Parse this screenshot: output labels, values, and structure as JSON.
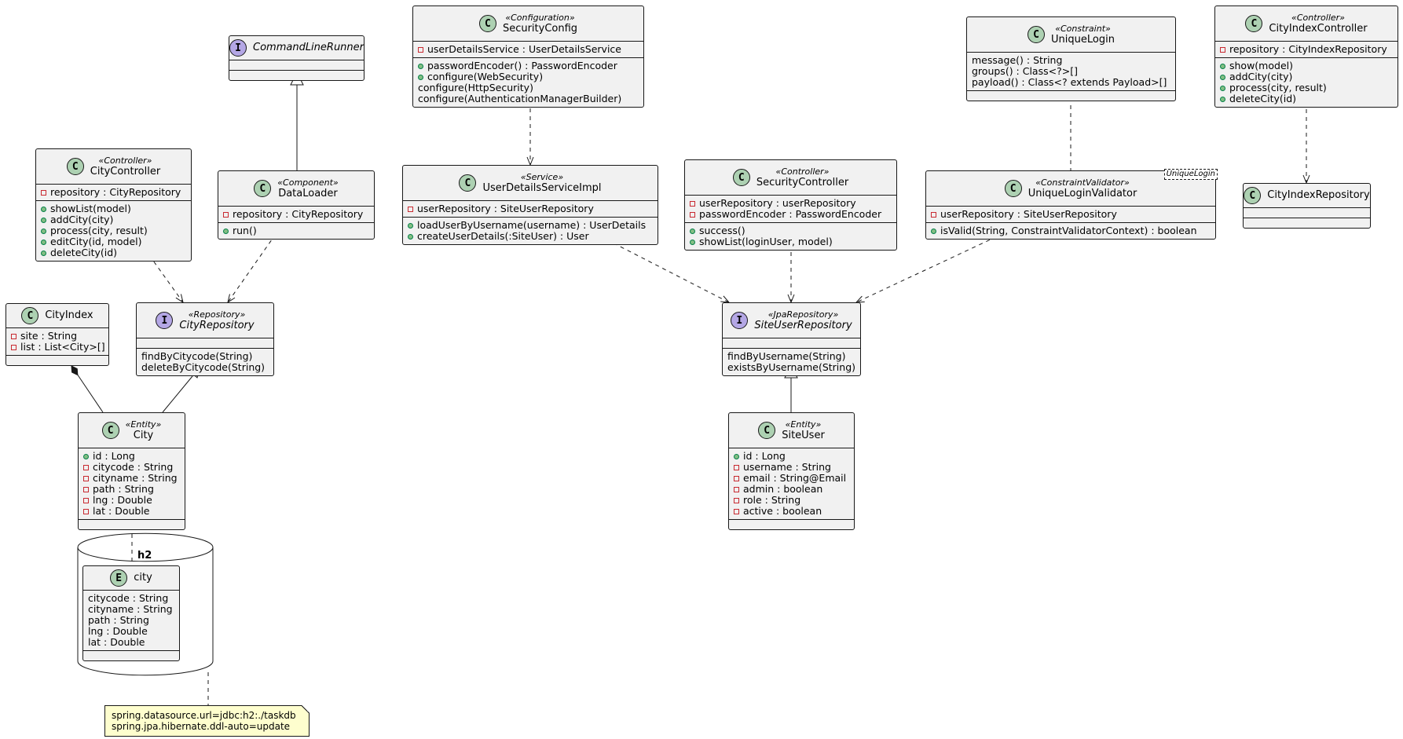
{
  "classes": {
    "command_line_runner": {
      "kind": "I",
      "stereo": "",
      "name": "CommandLineRunner",
      "fields": [],
      "methods": []
    },
    "security_config": {
      "kind": "C",
      "stereo": "«Configuration»",
      "name": "SecurityConfig",
      "fields": [
        {
          "v": "priv",
          "t": "userDetailsService : UserDetailsService"
        }
      ],
      "methods": [
        {
          "v": "pub",
          "t": "passwordEncoder() : PasswordEncoder"
        },
        {
          "v": "pub",
          "t": "configure(WebSecurity)"
        },
        {
          "v": "none",
          "t": "configure(HttpSecurity)"
        },
        {
          "v": "none",
          "t": "configure(AuthenticationManagerBuilder)"
        }
      ]
    },
    "unique_login": {
      "kind": "C",
      "stereo": "«Constraint»",
      "name": "UniqueLogin",
      "fields": [
        {
          "v": "none",
          "t": "message() : String"
        },
        {
          "v": "none",
          "t": "groups() : Class<?>[]"
        },
        {
          "v": "none",
          "t": "payload() : Class<? extends Payload>[]"
        }
      ],
      "methods": []
    },
    "city_index_controller": {
      "kind": "C",
      "stereo": "«Controller»",
      "name": "CityIndexController",
      "fields": [
        {
          "v": "priv",
          "t": "repository : CityIndexRepository"
        }
      ],
      "methods": [
        {
          "v": "pub",
          "t": "show(model)"
        },
        {
          "v": "pub",
          "t": "addCity(city)"
        },
        {
          "v": "pub",
          "t": "process(city, result)"
        },
        {
          "v": "pub",
          "t": "deleteCity(id)"
        }
      ]
    },
    "city_controller": {
      "kind": "C",
      "stereo": "«Controller»",
      "name": "CityController",
      "fields": [
        {
          "v": "priv",
          "t": "repository : CityRepository"
        }
      ],
      "methods": [
        {
          "v": "pub",
          "t": "showList(model)"
        },
        {
          "v": "pub",
          "t": "addCity(city)"
        },
        {
          "v": "pub",
          "t": "process(city, result)"
        },
        {
          "v": "pub",
          "t": "editCity(id, model)"
        },
        {
          "v": "pub",
          "t": "deleteCity(id)"
        }
      ]
    },
    "data_loader": {
      "kind": "C",
      "stereo": "«Component»",
      "name": "DataLoader",
      "fields": [
        {
          "v": "priv",
          "t": "repository : CityRepository"
        }
      ],
      "methods": [
        {
          "v": "pub",
          "t": "run()"
        }
      ]
    },
    "user_details_service_impl": {
      "kind": "C",
      "stereo": "«Service»",
      "name": "UserDetailsServiceImpl",
      "fields": [
        {
          "v": "priv",
          "t": "userRepository : SiteUserRepository"
        }
      ],
      "methods": [
        {
          "v": "pub",
          "t": "loadUserByUsername(username) : UserDetails"
        },
        {
          "v": "pub",
          "t": "createUserDetails(:SiteUser) : User"
        }
      ]
    },
    "security_controller": {
      "kind": "C",
      "stereo": "«Controller»",
      "name": "SecurityController",
      "fields": [
        {
          "v": "priv",
          "t": "userRepository : userRepository"
        },
        {
          "v": "priv",
          "t": "passwordEncoder : PasswordEncoder"
        }
      ],
      "methods": [
        {
          "v": "pub",
          "t": "success()"
        },
        {
          "v": "pub",
          "t": "showList(loginUser, model)"
        }
      ]
    },
    "unique_login_validator": {
      "kind": "C",
      "stereo": "«ConstraintValidator»",
      "name": "UniqueLoginValidator",
      "generic": "UniqueLogin",
      "fields": [
        {
          "v": "priv",
          "t": "userRepository : SiteUserRepository"
        }
      ],
      "methods": [
        {
          "v": "pub",
          "t": "isValid(String, ConstraintValidatorContext) : boolean"
        }
      ]
    },
    "city_index_repository": {
      "kind": "C",
      "stereo": "",
      "name": "CityIndexRepository",
      "fields": [],
      "methods": []
    },
    "city_index": {
      "kind": "C",
      "stereo": "",
      "name": "CityIndex",
      "fields": [
        {
          "v": "priv",
          "t": "site : String"
        },
        {
          "v": "priv",
          "t": "list : List<City>[]"
        }
      ],
      "methods": []
    },
    "city_repository": {
      "kind": "I",
      "stereo": "«Repository»",
      "name": "CityRepository",
      "fields": [],
      "methods": [
        {
          "v": "none",
          "t": "findByCitycode(String)"
        },
        {
          "v": "none",
          "t": "deleteByCitycode(String)"
        }
      ]
    },
    "site_user_repository": {
      "kind": "I",
      "stereo": "«JpaRepository»",
      "name": "SiteUserRepository",
      "fields": [],
      "methods": [
        {
          "v": "none",
          "t": "findByUsername(String)"
        },
        {
          "v": "none",
          "t": "existsByUsername(String)"
        }
      ]
    },
    "city": {
      "kind": "C",
      "stereo": "«Entity»",
      "name": "City",
      "fields": [
        {
          "v": "pub",
          "t": "id : Long"
        },
        {
          "v": "priv",
          "t": "citycode : String"
        },
        {
          "v": "priv",
          "t": "cityname : String"
        },
        {
          "v": "priv",
          "t": "path : String"
        },
        {
          "v": "priv",
          "t": "lng : Double"
        },
        {
          "v": "priv",
          "t": "lat : Double"
        }
      ],
      "methods": []
    },
    "site_user": {
      "kind": "C",
      "stereo": "«Entity»",
      "name": "SiteUser",
      "fields": [
        {
          "v": "pub",
          "t": "id : Long"
        },
        {
          "v": "priv",
          "t": "username : String"
        },
        {
          "v": "priv",
          "t": "email : String@Email"
        },
        {
          "v": "priv",
          "t": "admin : boolean"
        },
        {
          "v": "priv",
          "t": "role : String"
        },
        {
          "v": "priv",
          "t": "active : boolean"
        }
      ],
      "methods": []
    },
    "city_entity": {
      "kind": "E",
      "stereo": "",
      "name": "city",
      "fields": [
        {
          "v": "none",
          "t": "citycode : String"
        },
        {
          "v": "none",
          "t": "cityname : String"
        },
        {
          "v": "none",
          "t": "path : String"
        },
        {
          "v": "none",
          "t": "lng : Double"
        },
        {
          "v": "none",
          "t": "lat : Double"
        }
      ],
      "methods": []
    }
  },
  "database": {
    "label": "h2"
  },
  "note": {
    "lines": [
      "spring.datasource.url=jdbc:h2:./taskdb",
      "spring.jpa.hibernate.ddl-auto=update"
    ]
  },
  "colors": {
    "box_fill": "#f1f1f1",
    "border": "#181818",
    "class_badge": "#add1b2",
    "interface_badge": "#b4a7e5",
    "note_fill": "#fefece",
    "public_marker": "#84be84",
    "private_marker": "#c82930"
  }
}
